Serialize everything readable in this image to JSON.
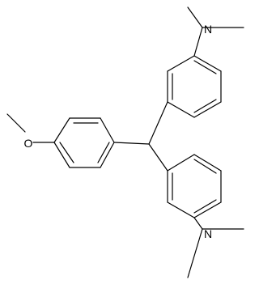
{
  "molecule": {
    "atoms": {
      "n_top": "N",
      "o_left": "O",
      "n_bottom": "N"
    },
    "colors": {
      "bond": "#000000",
      "background": "#ffffff"
    }
  }
}
